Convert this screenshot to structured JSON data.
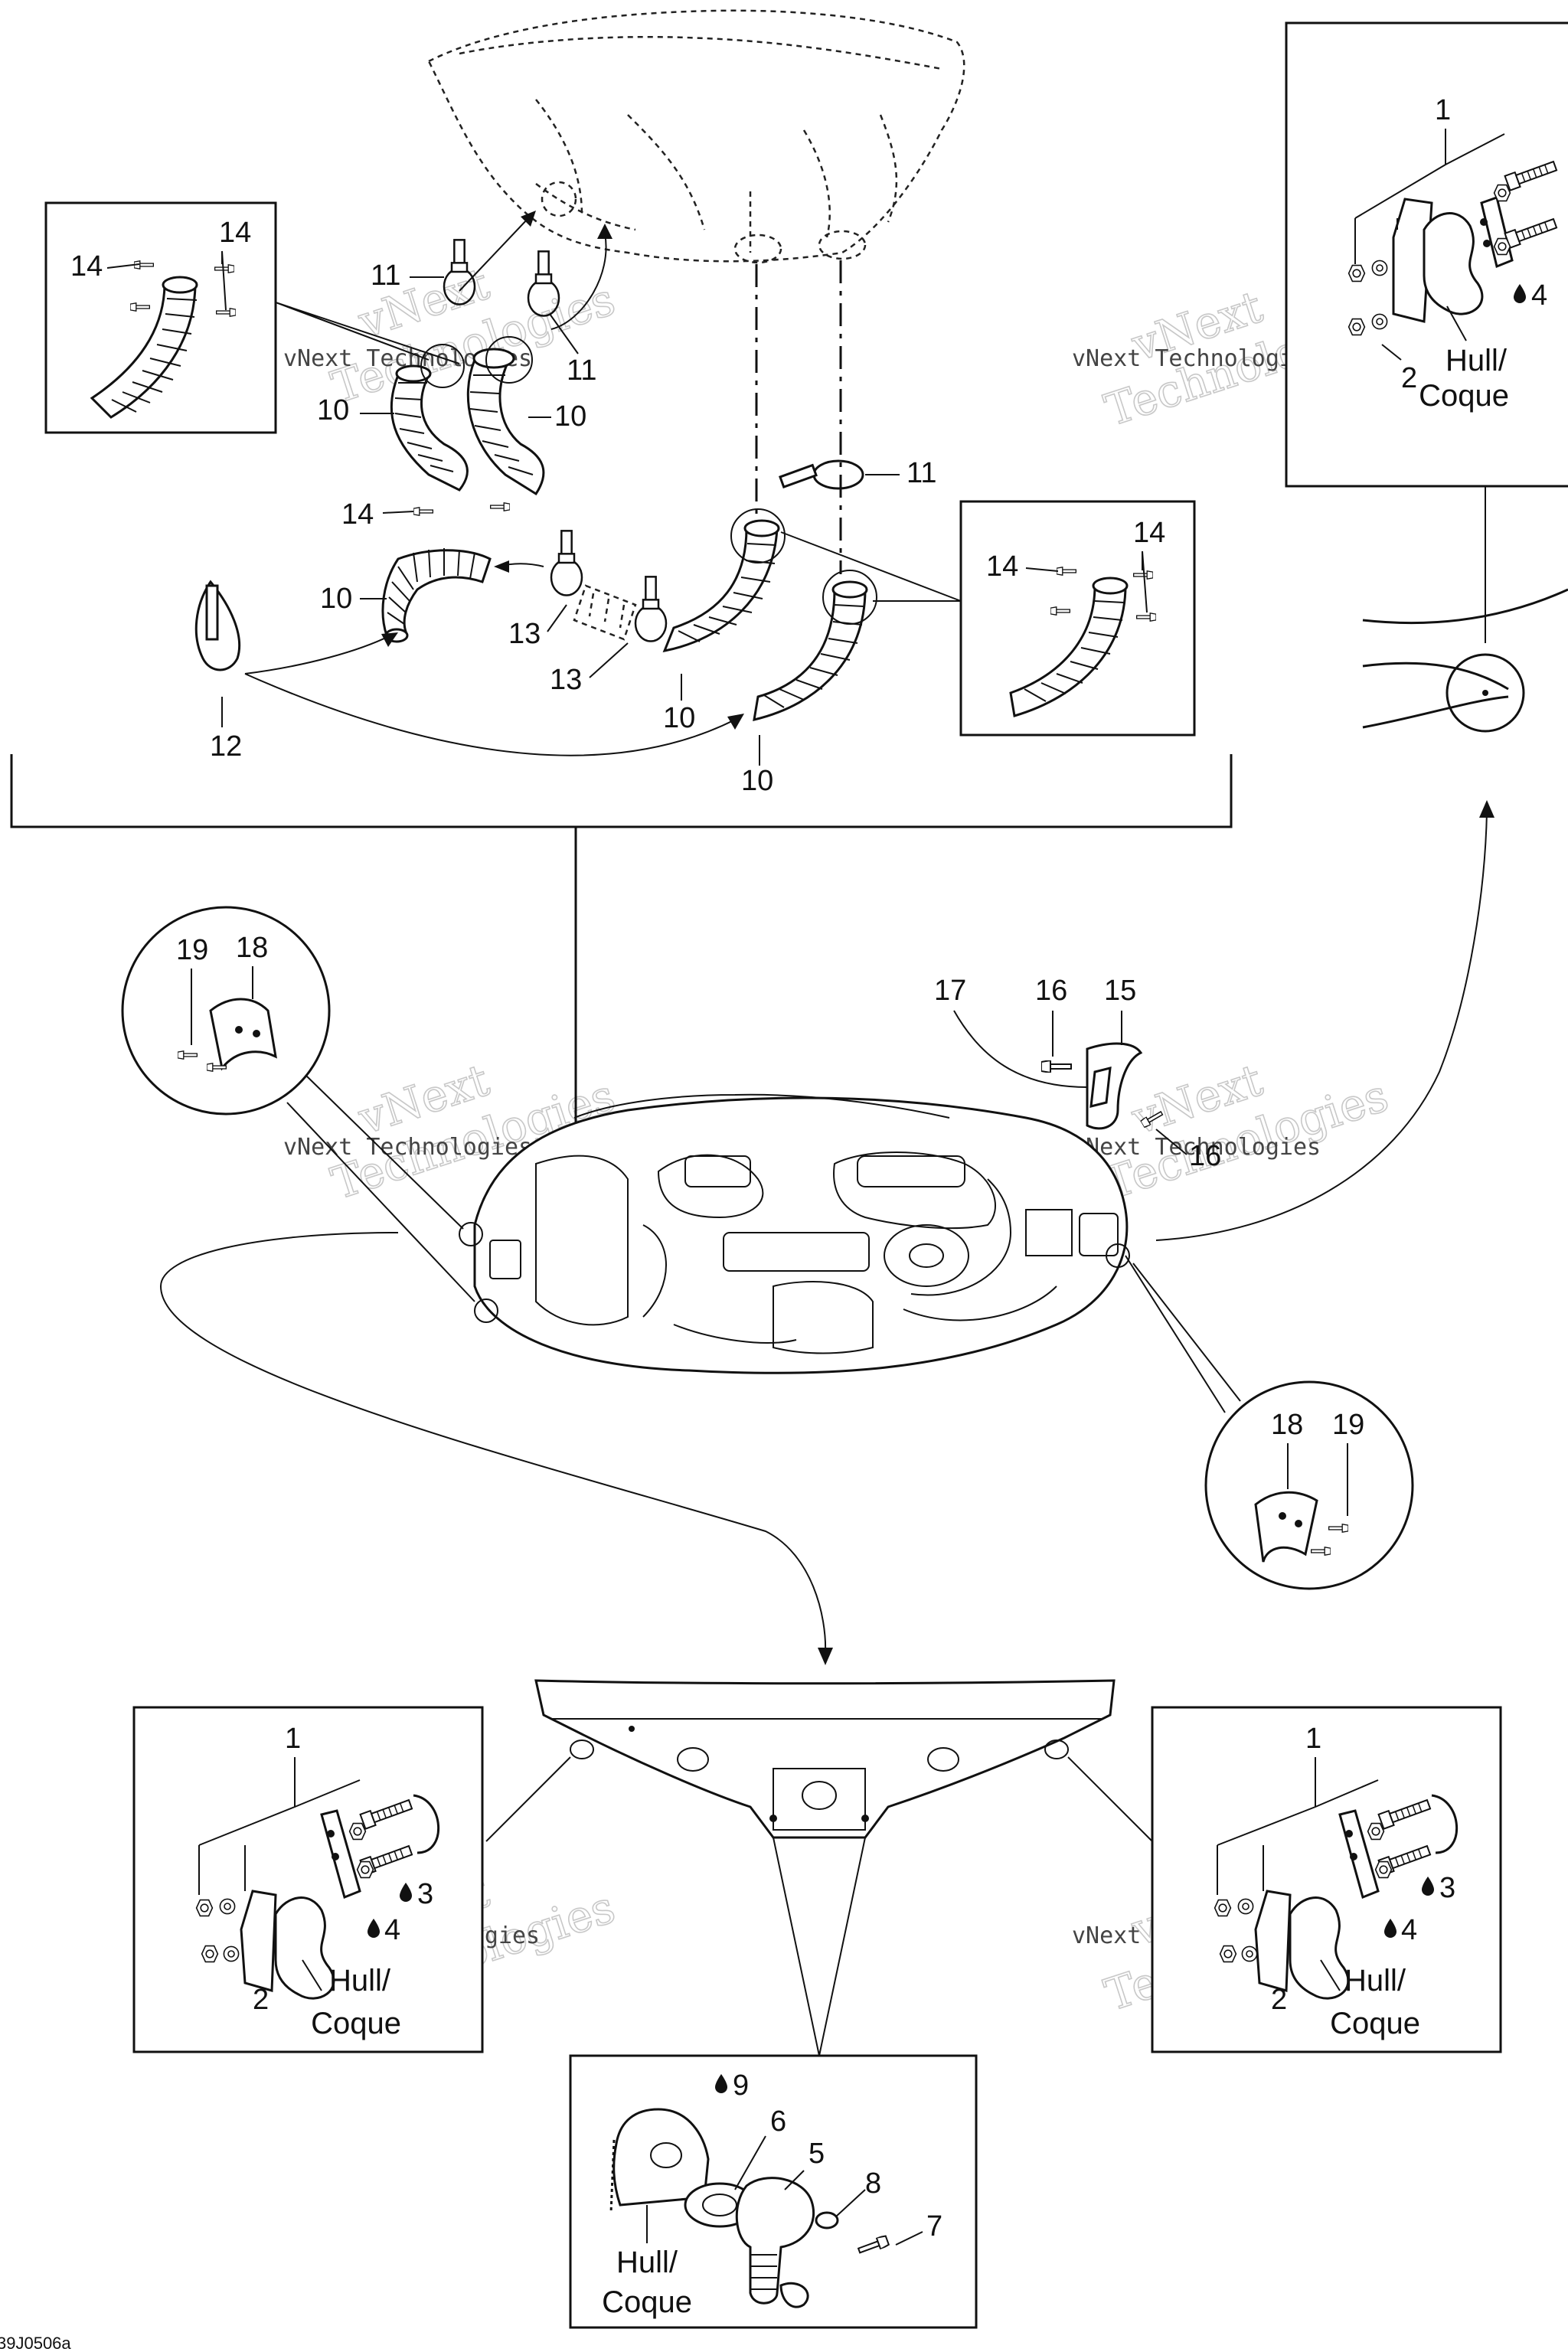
{
  "figure_code": "39J0506a",
  "watermark": {
    "line1": "vNext",
    "line2": "Technologies",
    "small": "vNext Technologies"
  },
  "hull_label": {
    "line1": "Hull/",
    "line2": "Coque"
  },
  "callouts": {
    "c1": "1",
    "c2": "2",
    "c3": "3",
    "c4": "4",
    "c5": "5",
    "c6": "6",
    "c7": "7",
    "c8": "8",
    "c9": "9",
    "c10": "10",
    "c11": "11",
    "c12": "12",
    "c13": "13",
    "c14": "14",
    "c15": "15",
    "c16": "16",
    "c17": "17",
    "c18": "18",
    "c19": "19"
  },
  "icons": {
    "sealant_drop": "drop-icon"
  }
}
